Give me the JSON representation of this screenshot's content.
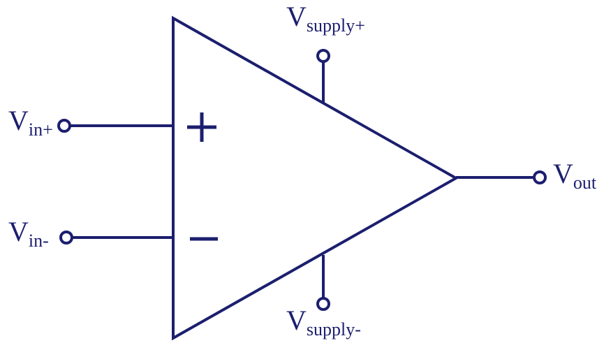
{
  "colors": {
    "ink": "#1c1f6e",
    "background": "#ffffff"
  },
  "symbols": {
    "plus": "+",
    "minus": "−"
  },
  "labels": {
    "vin_plus": {
      "main": "V",
      "sub": "in+"
    },
    "vin_minus": {
      "main": "V",
      "sub": "in-"
    },
    "vout": {
      "main": "V",
      "sub": "out"
    },
    "vsupply_plus": {
      "main": "V",
      "sub": "supply+"
    },
    "vsupply_minus": {
      "main": "V",
      "sub": "supply-"
    }
  }
}
